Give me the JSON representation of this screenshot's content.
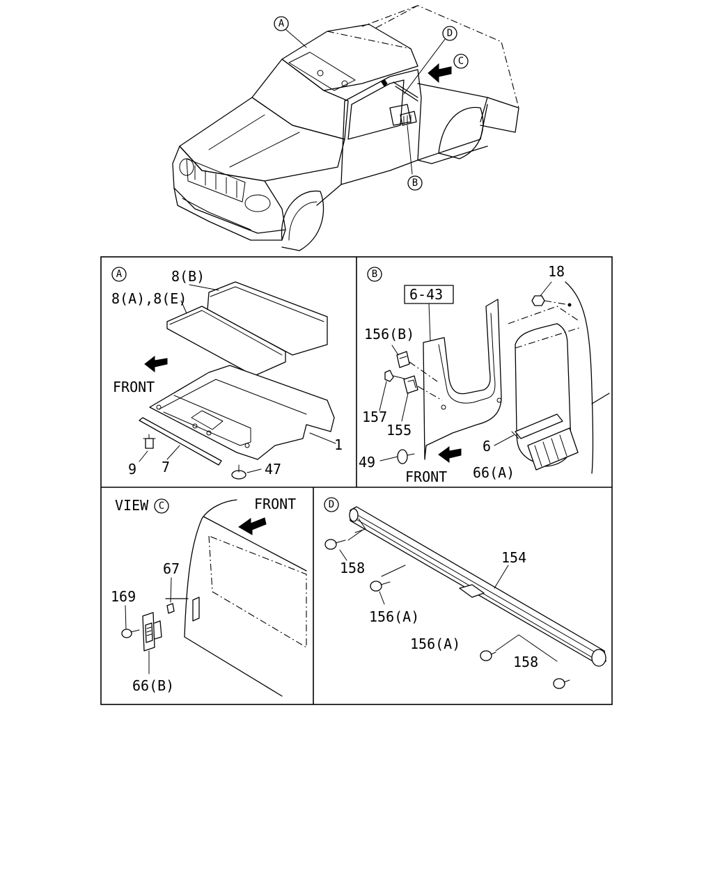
{
  "overview": {
    "callout_a": "A",
    "callout_b": "B",
    "callout_c": "C",
    "callout_d": "D"
  },
  "panel_a": {
    "id": "A",
    "front_label": "FRONT",
    "parts": [
      "8(B)",
      "8(A),8(E)",
      "1",
      "7",
      "9",
      "47"
    ]
  },
  "panel_b": {
    "id": "B",
    "ref_box": "6-43",
    "front_label": "FRONT",
    "parts": [
      "18",
      "156(B)",
      "157",
      "155",
      "6",
      "49",
      "66(A)"
    ]
  },
  "panel_c": {
    "view_label": "VIEW",
    "id": "C",
    "front_label": "FRONT",
    "parts": [
      "67",
      "169",
      "66(B)"
    ]
  },
  "panel_d": {
    "id": "D",
    "parts": [
      "158",
      "156(A)",
      "154",
      "156(A)",
      "158"
    ]
  }
}
